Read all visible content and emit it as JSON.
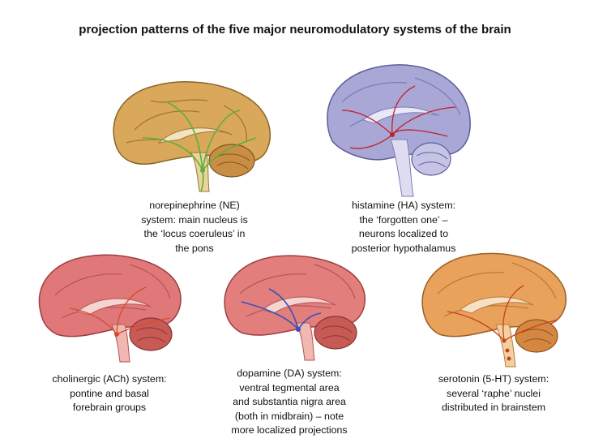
{
  "title": "projection patterns of the five major neuromodulatory systems of the brain",
  "systems": [
    {
      "lines": [
        "norepinephrine (NE)",
        "system: main nucleus is",
        "the ‘locus coeruleus’ in",
        "the pons"
      ],
      "brain_color": "#d9a85a",
      "pathway_color": "#5fae3e"
    },
    {
      "lines": [
        "histamine (HA) system:",
        "the ‘forgotten one’ –",
        "neurons localized to",
        "posterior hypothalamus"
      ],
      "brain_color": "#a9a7d6",
      "pathway_color": "#c0202a"
    },
    {
      "lines": [
        "cholinergic (ACh) system:",
        "pontine and basal",
        "forebrain groups"
      ],
      "brain_color": "#e0787a",
      "pathway_color": "#d84a2a"
    },
    {
      "lines": [
        "dopamine (DA) system:",
        "ventral tegmental area",
        "and substantia nigra area",
        "(both in midbrain) – note",
        "more localized projections"
      ],
      "brain_color": "#e27f7c",
      "pathway_color": "#3a4fb8"
    },
    {
      "lines": [
        "serotonin (5-HT) system:",
        "several ‘raphe’ nuclei",
        "distributed in brainstem"
      ],
      "brain_color": "#e8a25c",
      "pathway_color": "#c9401f"
    }
  ]
}
